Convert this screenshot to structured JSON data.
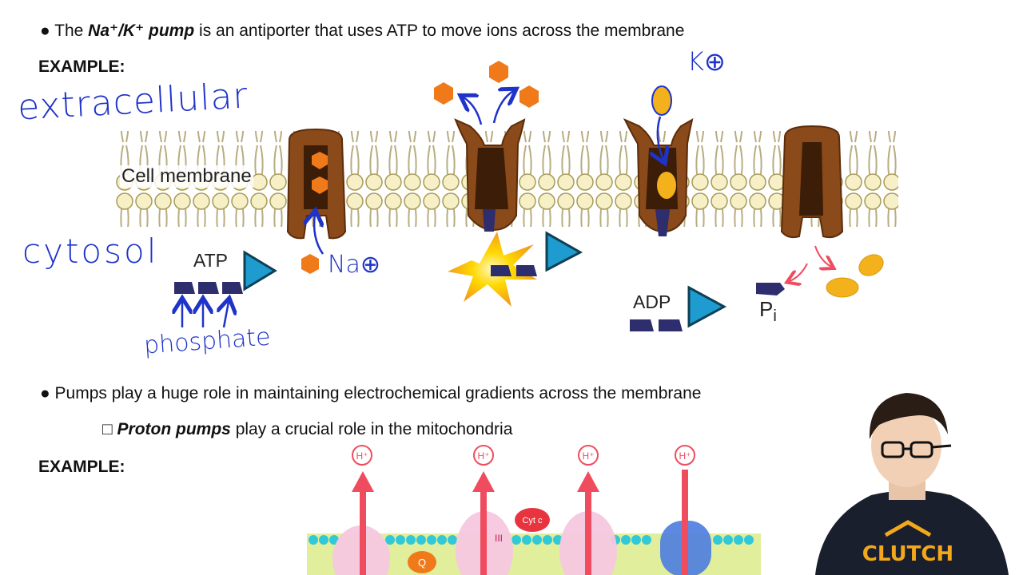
{
  "bullets": {
    "first": {
      "prefix": "● The ",
      "term": "Na⁺/K⁺ pump",
      "suffix": " is an antiporter that uses ATP to move ions across the membrane"
    },
    "second": "● Pumps play a huge role in maintaining electrochemical gradients across the membrane",
    "sub": {
      "prefix": "□ ",
      "term": "Proton pumps",
      "suffix": " play a crucial role in the mitochondria"
    }
  },
  "examples": {
    "first": "EXAMPLE:",
    "second": "EXAMPLE:"
  },
  "diagram1": {
    "membrane_label": "Cell membrane",
    "atp_label": "ATP",
    "adp_label": "ADP",
    "pi_label": "P",
    "pi_sub": "i"
  },
  "handwriting": {
    "extracellular": "extracellular",
    "cytosol": "cytosol",
    "phosphate": "phosphate",
    "sodium": "Na⊕",
    "potassium": "K⊕"
  },
  "diagram2": {
    "h_labels": [
      "H⁺",
      "H⁺",
      "H⁺",
      "H⁺"
    ],
    "complex_label": "III",
    "cytc_label": "Cyt c",
    "q_label": "Q"
  },
  "webcam": {
    "shirt_text": "CLUTCH"
  },
  "colors": {
    "handwriting": "#1f33c9",
    "protein": "#8a4a1a",
    "sodium": "#f07a1a",
    "potassium": "#f3b21c",
    "atp_tri": "#1e9ccf",
    "phosphate": "#2e2d6e",
    "proton_arrow": "#ef4d5f"
  }
}
